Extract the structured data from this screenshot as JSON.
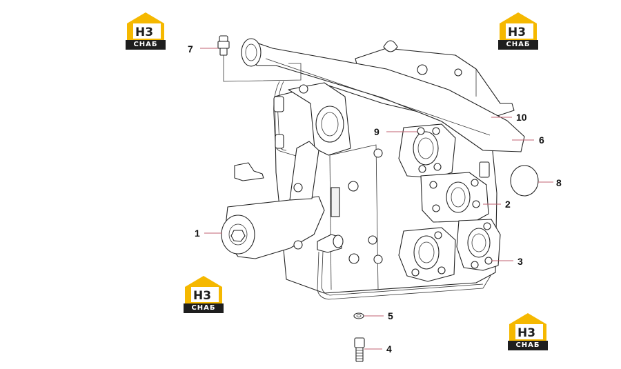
{
  "brand": {
    "logo_text": "H3",
    "logo_subtext": "СНАБ",
    "colors": {
      "accent": "#f5b800",
      "dark": "#1e1e1e"
    }
  },
  "callouts": [
    {
      "id": "7",
      "label": "7"
    },
    {
      "id": "10",
      "label": "10"
    },
    {
      "id": "9",
      "label": "9"
    },
    {
      "id": "6",
      "label": "6"
    },
    {
      "id": "8",
      "label": "8"
    },
    {
      "id": "2",
      "label": "2"
    },
    {
      "id": "1",
      "label": "1"
    },
    {
      "id": "3",
      "label": "3"
    },
    {
      "id": "5",
      "label": "5"
    },
    {
      "id": "4",
      "label": "4"
    }
  ],
  "colors": {
    "leader_line": "#c06070",
    "outline": "#222222"
  }
}
